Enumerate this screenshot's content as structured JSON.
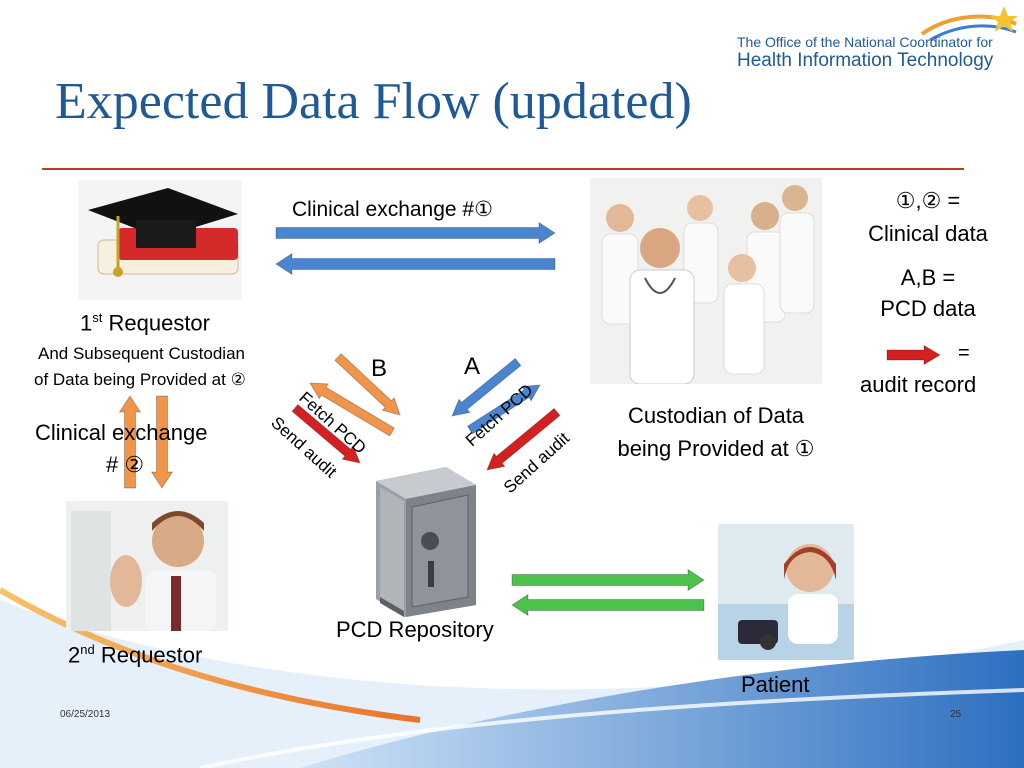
{
  "logo": {
    "line1": "The Office of the National Coordinator for",
    "line2": "Health Information Technology"
  },
  "title": "Expected Data Flow (updated)",
  "labels": {
    "clinical_exchange_1": "Clinical exchange #①",
    "first_requestor_prefix": "1",
    "first_requestor_sup": "st",
    "first_requestor_suffix": " Requestor",
    "subsequent_custodian_line1": "And Subsequent Custodian",
    "subsequent_custodian_line2": "of Data being Provided at ②",
    "clinical_exchange_2_line1": "Clinical exchange",
    "clinical_exchange_2_line2": "# ②",
    "custodian_line1": "Custodian of Data",
    "custodian_line2": "being Provided at ①",
    "label_A": "A",
    "label_B": "B",
    "fetch_pcd_left": "Fetch PCD",
    "send_audit_left": "Send audit",
    "fetch_pcd_right": "Fetch PCD",
    "send_audit_right": "Send audit",
    "second_requestor_prefix": "2",
    "second_requestor_sup": "nd",
    "second_requestor_suffix": " Requestor",
    "pcd_repository": "PCD Repository",
    "patient": "Patient"
  },
  "legend": {
    "clinical_symbols": "①,② =",
    "clinical_text": "Clinical data",
    "pcd_symbols": "A,B =",
    "pcd_text": "PCD data",
    "audit_eq": "=",
    "audit_text": "audit record"
  },
  "footer": {
    "date": "06/25/2013",
    "page": "25"
  },
  "colors": {
    "title": "#1f5a96",
    "rule": "#c0392b",
    "blue_arrow": "#4a86d0",
    "orange_arrow": "#f0954a",
    "red_arrow": "#d42020",
    "green_arrow": "#4cc14c"
  }
}
